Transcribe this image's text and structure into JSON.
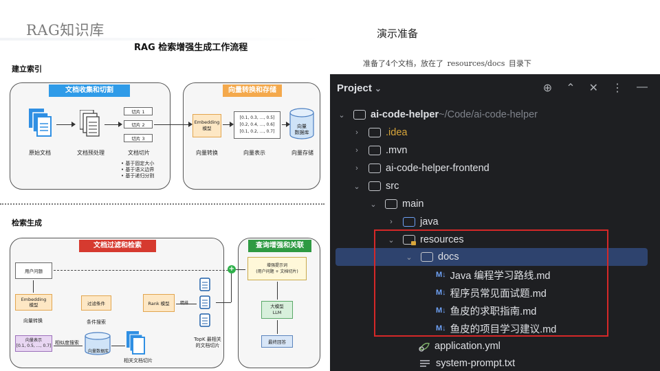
{
  "slide": {
    "title": "RAG知识库",
    "diagram_title": "RAG 检索增强生成工作流程",
    "section_index": "建立索引",
    "section_retrieval": "检索生成",
    "right_title": "演示准备",
    "right_subtitle": "准备了4个文档，放在了  resources/docs  目录下"
  },
  "index_flow": {
    "panel1_title": "文档收集和切割",
    "panel2_title": "向量转换和存储",
    "raw_doc": "原始文档",
    "preprocess": "文档预处理",
    "chunks": "文档切片",
    "chunk_items": [
      "切片 1",
      "切片 2",
      "切片 3"
    ],
    "chunk_notes": [
      "• 基于固定大小",
      "• 基于语义边界",
      "• 基于递归分割"
    ],
    "embedding_box": "Embedding\n模型",
    "embedding_label": "向量转换",
    "vectors": [
      "[0.1, 0.3, …, 0.5]",
      "[0.2, 0.4, …, 0.6]",
      "[0.1, 0.2, …, 0.7]"
    ],
    "vectors_label": "向量表示",
    "db_box": "向量\n数据库",
    "db_label": "向量存储"
  },
  "retrieval_flow": {
    "panel1_title": "文档过滤和检索",
    "panel2_title": "查询增强和关联",
    "user_question": "用户问题",
    "embedding_box": "Embedding\n模型",
    "embedding_label": "向量转换",
    "vector_box": "向量表示\n[0.1, 0.5, …, 0.7]",
    "similarity": "相似度搜索",
    "vector_db": "向量数据库",
    "filter_box": "过滤条件",
    "filter_label": "条件搜索",
    "related_chunks": "相关文档切片",
    "rank_box": "Rank 模型",
    "rank_label": "精排",
    "topk": "TopK 最相关\n的文档切片",
    "plus": "+",
    "prompt_box": "增强提示词\n(用户问题 + 文档切片)",
    "llm_box": "大模型\nLLM",
    "answer_box": "最终回答"
  },
  "ide": {
    "header": "Project",
    "header_chevron": "⌄",
    "tools": [
      "⊕",
      "⌃",
      "✕",
      "⋮",
      "—"
    ],
    "rows": [
      {
        "label": "ai-code-helper",
        "suffix": " ~/Code/ai-code-helper"
      },
      {
        "label": ".idea"
      },
      {
        "label": ".mvn"
      },
      {
        "label": "ai-code-helper-frontend"
      },
      {
        "label": "src"
      },
      {
        "label": "main"
      },
      {
        "label": "java"
      },
      {
        "label": "resources"
      },
      {
        "label": "docs"
      },
      {
        "badge": "M↓",
        "label": "Java 编程学习路线.md"
      },
      {
        "badge": "M↓",
        "label": "程序员常见面试题.md"
      },
      {
        "badge": "M↓",
        "label": "鱼皮的求职指南.md"
      },
      {
        "badge": "M↓",
        "label": "鱼皮的项目学习建议.md"
      },
      {
        "label": "application.yml"
      },
      {
        "label": "system-prompt.txt"
      }
    ]
  },
  "colors": {
    "blue_head": "#2f9be8",
    "orange_head": "#f4a94c",
    "red_head": "#d63a2f",
    "green_head": "#2e9a42",
    "ide_bg": "#1e1f22",
    "selection": "#2e436e",
    "highlight_box": "#d62828"
  }
}
